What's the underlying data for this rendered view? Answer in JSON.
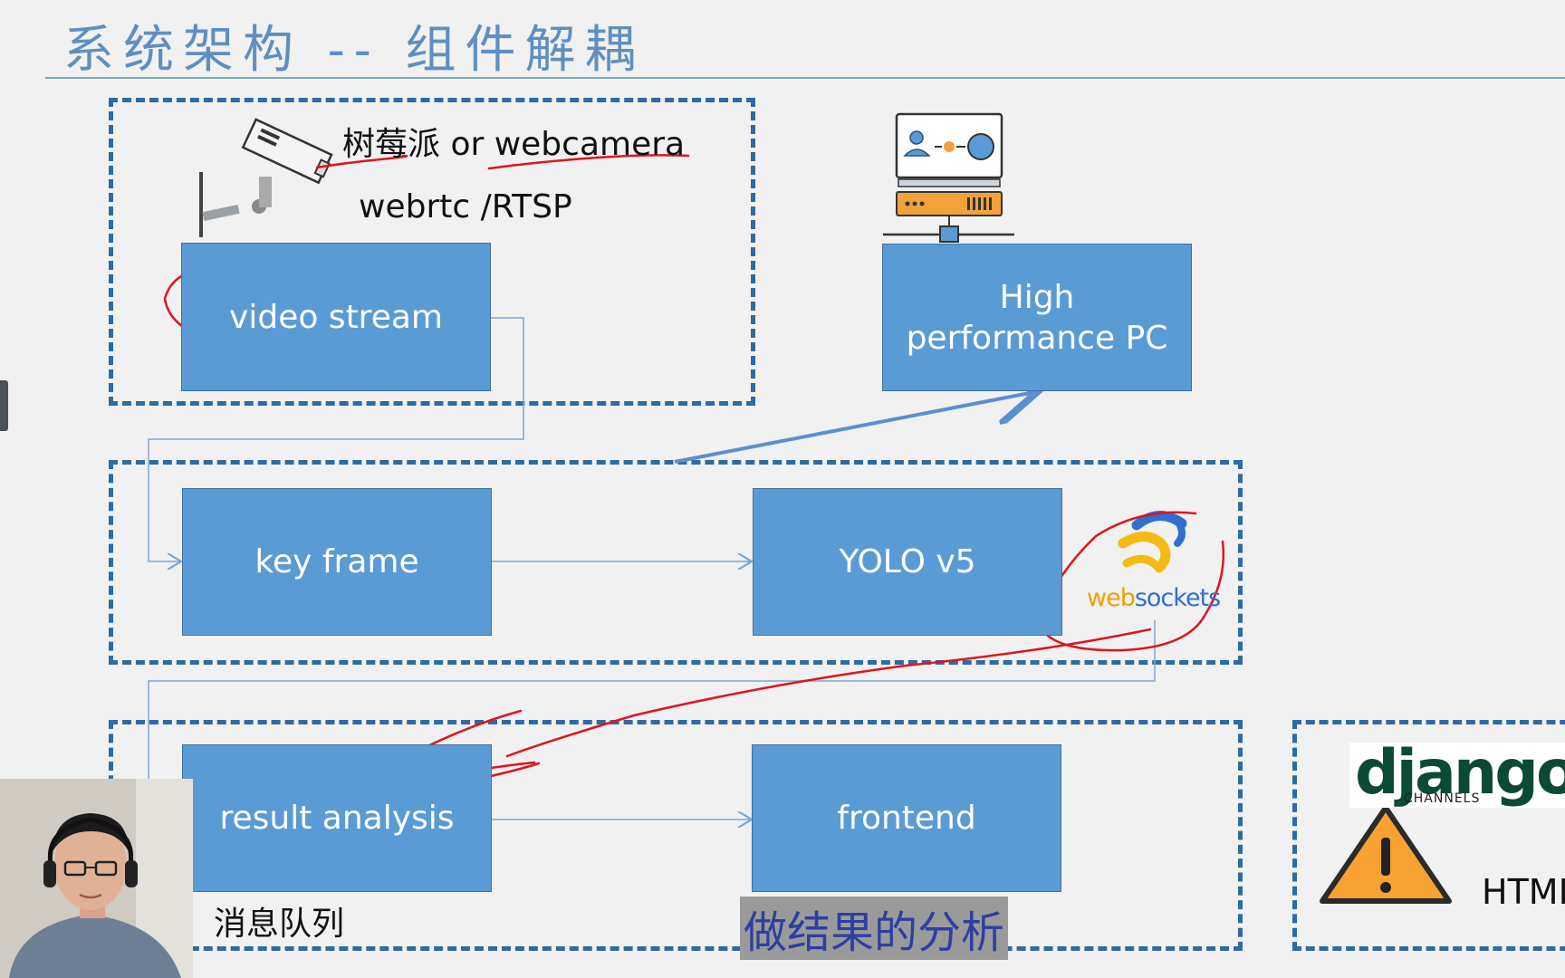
{
  "slide": {
    "title": "系统架构 -- 组件解耦"
  },
  "camera_group": {
    "source_label": "树莓派 or webcamera",
    "protocol_label": "webrtc /RTSP",
    "video_stream": "video stream"
  },
  "pc": {
    "label": "High performance PC"
  },
  "processing_group": {
    "key_frame": "key frame",
    "yolo": "YOLO v5"
  },
  "websockets": {
    "prefix": "web",
    "suffix": "sockets"
  },
  "output_group": {
    "result_analysis": "result analysis",
    "frontend": "frontend",
    "queue_note": "消息队列",
    "analysis_note": "做结果的分析"
  },
  "django": {
    "word": "django",
    "sub": "CHANNELS"
  },
  "html_label": "HTML",
  "colors": {
    "box_fill": "#5b9bd5",
    "dashed_border": "#2e6aa3",
    "connector": "#7aa7d6",
    "ink": "#e0141e",
    "title": "#5f8fc0"
  },
  "icons": [
    "security-camera-icon",
    "server-network-icon",
    "websocket-logo-icon",
    "warning-icon",
    "presenter-webcam"
  ]
}
